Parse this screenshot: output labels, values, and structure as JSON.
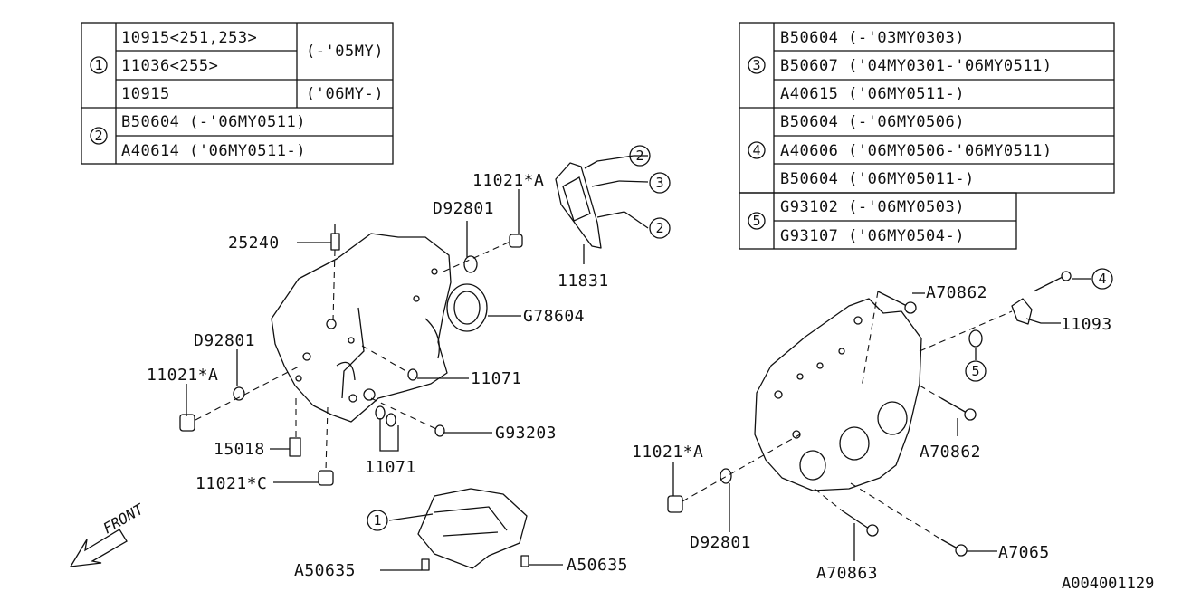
{
  "colors": {
    "ink": "#111111",
    "background": "#ffffff"
  },
  "table_left": {
    "g1": {
      "num": "1",
      "r1": "10915<251,253>",
      "r2": "11036<255>",
      "r12_range": "(-'05MY)",
      "r3": "10915",
      "r3_range": "('06MY-)"
    },
    "g2": {
      "num": "2",
      "r1": "B50604 (-'06MY0511)",
      "r2": "A40614 ('06MY0511-)"
    }
  },
  "table_right": {
    "g3": {
      "num": "3",
      "r1": "B50604 (-'03MY0303)",
      "r2": "B50607 ('04MY0301-'06MY0511)",
      "r3": "A40615 ('06MY0511-)"
    },
    "g4": {
      "num": "4",
      "r1": "B50604 (-'06MY0506)",
      "r2": "A40606 ('06MY0506-'06MY0511)",
      "r3": "B50604 ('06MY05011-)"
    },
    "g5": {
      "num": "5",
      "r1": "G93102 (-'06MY0503)",
      "r2": "G93107 ('06MY0504-)"
    }
  },
  "parts": {
    "p25240": "25240",
    "d92801_top": "D92801",
    "p11021a_top": "11021*A",
    "p11831": "11831",
    "g78604": "G78604",
    "d92801_left": "D92801",
    "p11021a_left": "11021*A",
    "p11071_right": "11071",
    "g93203": "G93203",
    "p15018": "15018",
    "p11071_bottom": "11071",
    "p11021c": "11021*C",
    "a50635_left": "A50635",
    "a50635_right": "A50635",
    "a70862_top": "A70862",
    "p11093": "11093",
    "a70862_mid": "A70862",
    "p11021a_right": "11021*A",
    "d92801_right": "D92801",
    "a70863": "A70863",
    "a7065": "A7065"
  },
  "callouts": {
    "c2_top": "2",
    "c3": "3",
    "c2_mid": "2",
    "c4": "4",
    "c5": "5",
    "c1": "1"
  },
  "front_label": "FRONT",
  "drawing_id": "A004001129"
}
